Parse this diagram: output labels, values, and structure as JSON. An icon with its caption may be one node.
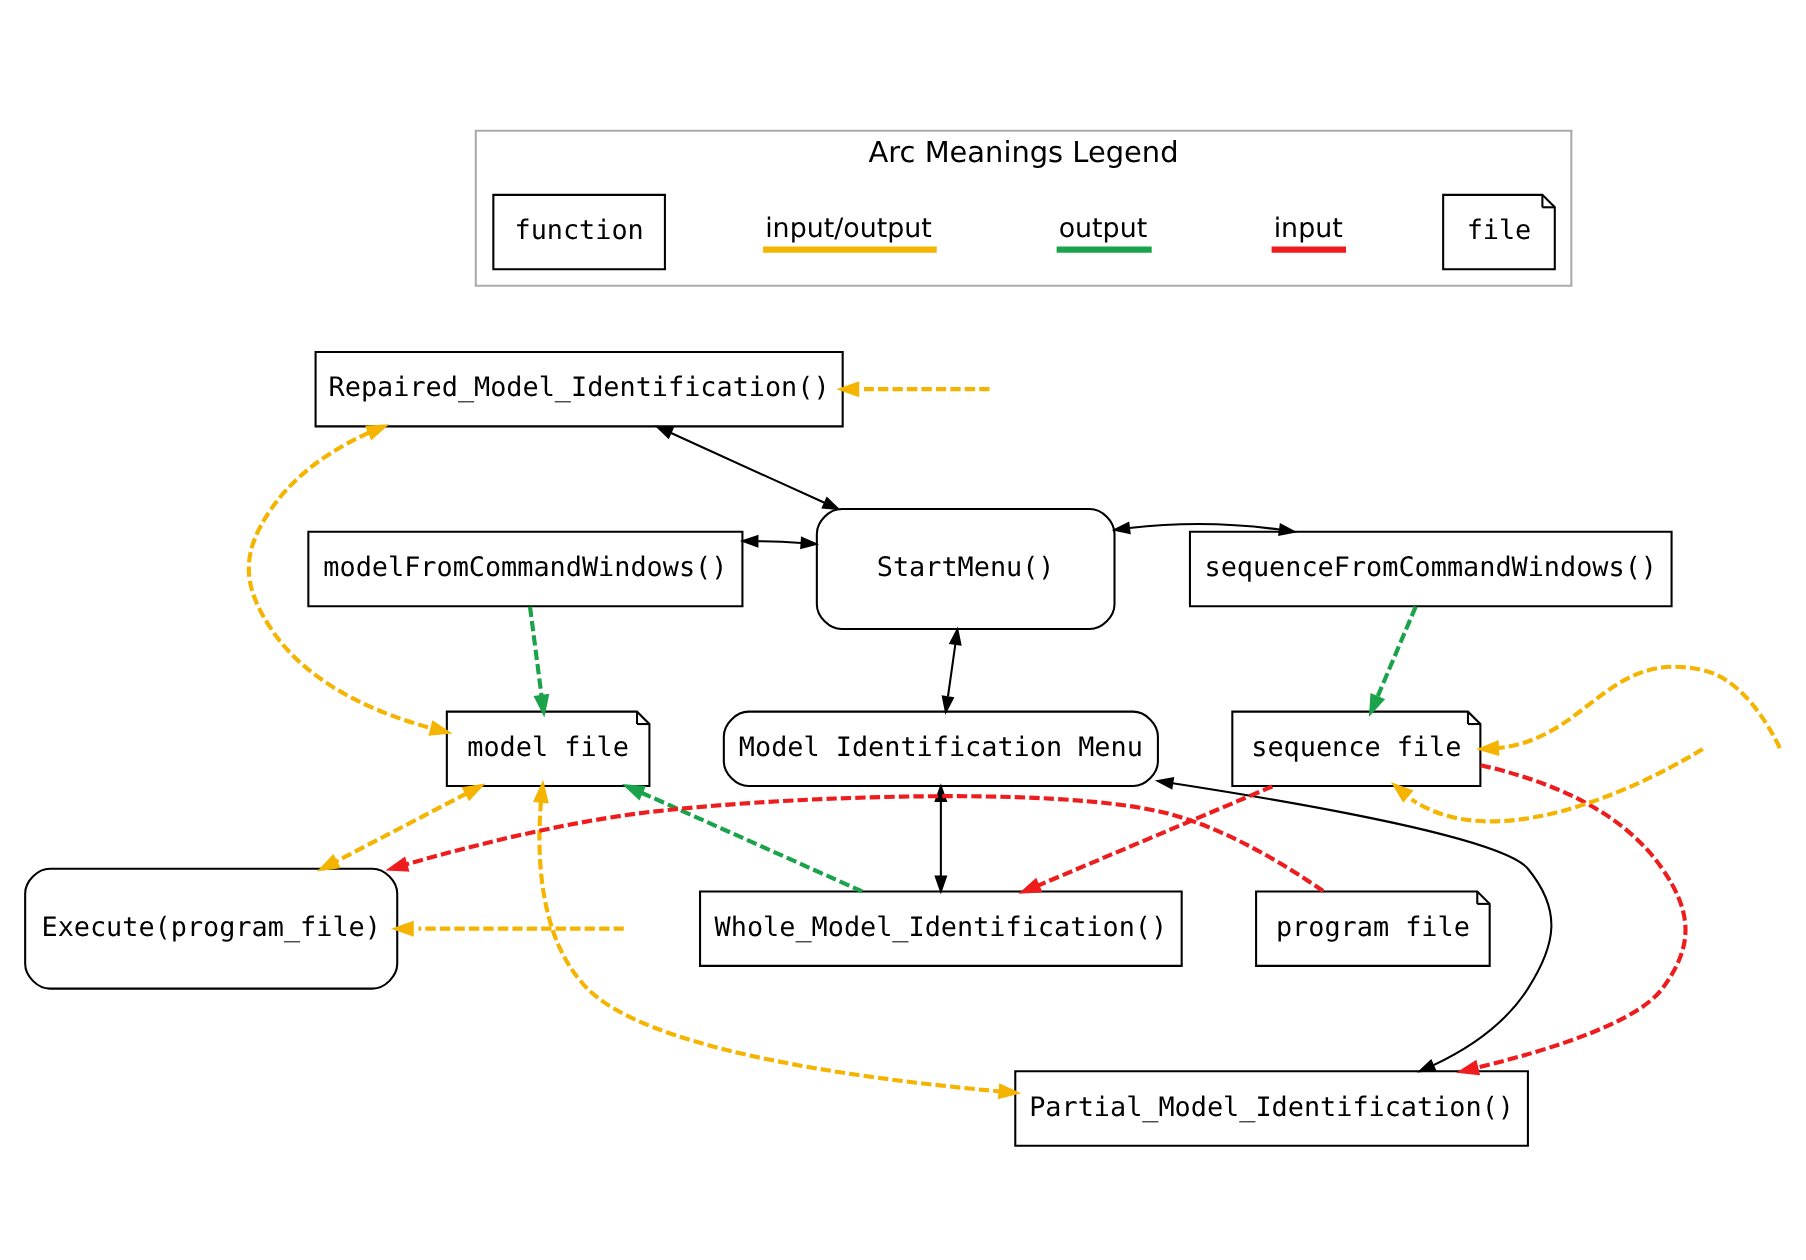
{
  "diagram": {
    "nodes": [
      {
        "text": [
          "Arc Meanings Legend"
        ]
      },
      {
        "text": [
          "function"
        ],
        "in": 0
      },
      {
        "text": [
          "file"
        ],
        "in": 0
      },
      {
        "text": [
          "Repaired_Model_Identification()"
        ]
      },
      {
        "text": [
          "modelFromCommandWindows()"
        ]
      },
      {
        "text": [
          "StartMenu()"
        ]
      },
      {
        "text": [
          "sequenceFromCommandWindows()"
        ]
      },
      {
        "text": [
          "model file"
        ]
      },
      {
        "text": [
          "Model Identification Menu"
        ]
      },
      {
        "text": [
          "sequence file"
        ]
      },
      {
        "text": [
          "Whole_Model_Identification()"
        ]
      },
      {
        "text": [
          "Partial_Model_Identification()"
        ]
      },
      {
        "text": [
          "program file"
        ]
      },
      {
        "text": [
          "Execute(program_file)"
        ]
      }
    ],
    "edges": [
      {
        "from": 3,
        "to": 5,
        "arrow": "both",
        "color": "#000000"
      },
      {
        "from": 4,
        "to": 5,
        "arrow": "both",
        "color": "#000000"
      },
      {
        "from": 5,
        "to": 6,
        "arrow": "both",
        "color": "#000000"
      },
      {
        "from": 5,
        "to": 8,
        "arrow": "both",
        "color": "#000000"
      },
      {
        "from": 8,
        "to": 10,
        "arrow": "both",
        "color": "#000000"
      },
      {
        "from": 8,
        "to": 11,
        "arrow": "both",
        "color": "#000000"
      },
      {
        "from": 3,
        "to": 7,
        "arrow": "both",
        "style": "dashed",
        "color": "#f5b400"
      },
      {
        "from": 7,
        "to": 13,
        "arrow": "both",
        "style": "dashed",
        "color": "#f5b400"
      },
      {
        "from": 7,
        "to": 11,
        "arrow": "both",
        "style": "dashed",
        "color": "#f5b400"
      },
      {
        "from": null,
        "to": 3,
        "arrow": "to",
        "style": "dashed",
        "color": "#f5b400"
      },
      {
        "from": null,
        "to": 9,
        "arrow": "to",
        "style": "dashed",
        "color": "#f5b400"
      },
      {
        "from": null,
        "to": 9,
        "arrow": "to",
        "style": "dashed",
        "color": "#f5b400"
      },
      {
        "from": null,
        "to": 13,
        "arrow": "to",
        "style": "dashed",
        "color": "#f5b400"
      },
      {
        "from": 4,
        "to": 7,
        "arrow": "to",
        "style": "dashed",
        "color": "#1aa34a"
      },
      {
        "from": 10,
        "to": 7,
        "arrow": "to",
        "style": "dashed",
        "color": "#1aa34a"
      },
      {
        "from": 6,
        "to": 9,
        "arrow": "to",
        "style": "dashed",
        "color": "#1aa34a"
      },
      {
        "from": 9,
        "to": 10,
        "arrow": "to",
        "style": "dashed",
        "color": "#ee1c1c"
      },
      {
        "from": 9,
        "to": 11,
        "arrow": "to",
        "style": "dashed",
        "color": "#ee1c1c"
      },
      {
        "from": 12,
        "to": 13,
        "arrow": "to",
        "style": "dashed",
        "color": "#ee1c1c"
      }
    ],
    "legend": [
      {
        "text": "input/output"
      },
      {
        "text": "output"
      },
      {
        "text": "input"
      }
    ]
  }
}
